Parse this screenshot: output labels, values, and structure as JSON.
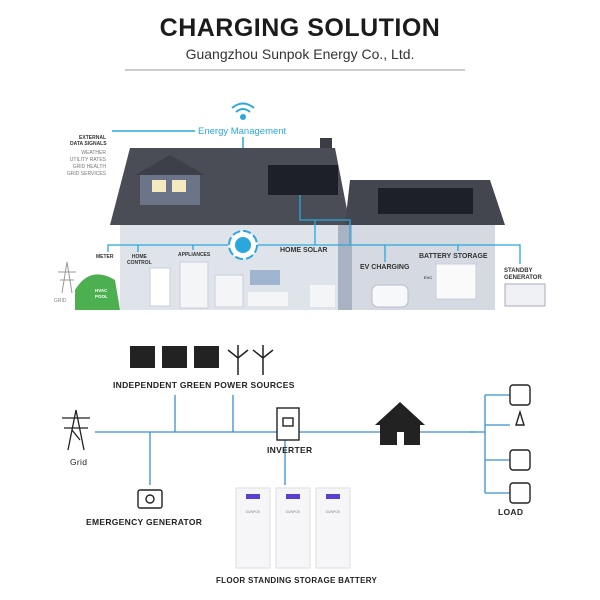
{
  "header": {
    "title": "CHARGING SOLUTION",
    "subtitle": "Guangzhou Sunpok Energy Co., Ltd."
  },
  "house_diagram": {
    "energy_management": "Energy Management",
    "external_signals": {
      "title_line1": "EXTERNAL",
      "title_line2": "DATA SIGNALS",
      "items": [
        "WEATHER",
        "UTILITY RATES",
        "GRID HEALTH",
        "GRID SERVICES"
      ]
    },
    "labels": {
      "meter": "METER",
      "home_control_1": "HOME",
      "home_control_2": "CONTROL",
      "appliances": "APPLIANCES",
      "home_solar": "HOME SOLAR",
      "ev_charging": "EV CHARGING",
      "battery_storage": "BATTERY STORAGE",
      "standby_1": "STANDBY",
      "standby_2": "GENERATOR",
      "grid": "GRID",
      "hvac": "HVAC",
      "pool": "POOL",
      "evc": "EVC"
    }
  },
  "system_diagram": {
    "green_sources": "INDEPENDENT GREEN POWER SOURCES",
    "grid": "Grid",
    "inverter": "INVERTER",
    "generator": "EMERGENCY GENERATOR",
    "battery": "FLOOR STANDING STORAGE BATTERY",
    "load": "LOAD",
    "battery_brand": "SUNPOK"
  },
  "colors": {
    "accent": "#2aa7dc",
    "roof": "#4a4d55",
    "wall": "#dfe3ea",
    "line": "#3a8fd0"
  }
}
